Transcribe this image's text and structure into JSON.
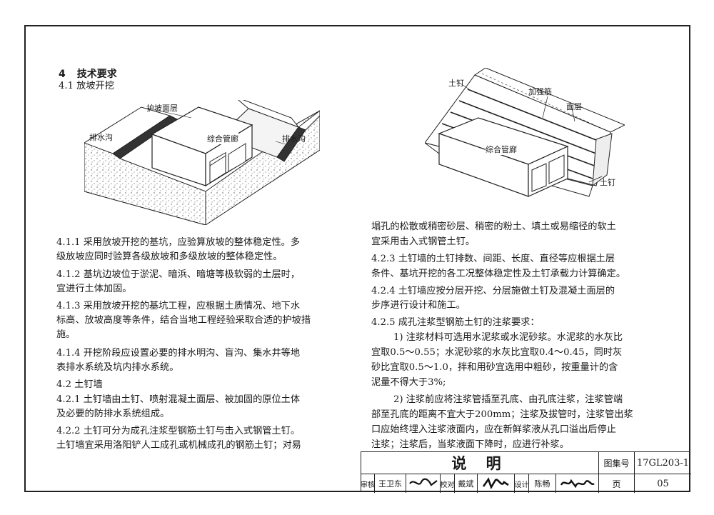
{
  "section": {
    "number": "4",
    "title": "技术要求"
  },
  "sub_4_1": "4.1 放坡开挖",
  "fig1": {
    "label_slope": "护坡面层",
    "label_ditch_left": "排水沟",
    "label_ditch_right": "排水沟",
    "label_gallery": "综合管廊"
  },
  "fig2": {
    "label_nail_top": "土钉",
    "label_rebar": "加强筋",
    "label_face": "面层",
    "label_gallery": "综合管廊",
    "label_nail_bottom": "土钉"
  },
  "left_lines": [
    "4.1.1 采用放坡开挖的基坑，应验算放坡的整体稳定性。多",
    "级放坡应同时验算各级放坡和多级放坡的整体稳定性。",
    "4.1.2 基坑边坡位于淤泥、暗浜、暗塘等极软弱的土层时，",
    "宜进行土体加固。",
    "4.1.3 采用放坡开挖的基坑工程，应根据土质情况、地下水",
    "标高、放坡高度等条件，结合当地工程经验采取合适的护坡措",
    "施。",
    "4.1.4 开挖阶段应设置必要的排水明沟、盲沟、集水井等地",
    "表排水系统及坑内排水系统。",
    "4.2 土钉墙",
    "4.2.1 土钉墙由土钉、喷射混凝土面层、被加固的原位土体",
    "及必要的防排水系统组成。",
    "4.2.2 土钉可分为成孔注浆型钢筋土钉与击入式钢管土钉。",
    "土钉墙宜采用洛阳铲人工成孔或机械成孔的钢筋土钉；对易"
  ],
  "right_lines": [
    "塌孔的松散或稍密砂层、稍密的粉土、填土或易缩径的软土",
    "宜采用击入式钢管土钉。",
    "4.2.3 土钉墙的土钉排数、间距、长度、直径等应根据土层",
    "条件、基坑开挖的各工况整体稳定性及土钉承载力计算确定。",
    "4.2.4 土钉墙应按分层开挖、分层施做土钉及混凝土面层的",
    "步序进行设计和施工。",
    "4.2.5 成孔注浆型钢筋土钉的注浆要求：",
    "1) 注浆材料可选用水泥浆或水泥砂浆。水泥浆的水灰比",
    "宜取0.5～0.55；水泥砂浆的水灰比宜取0.4～0.45，同时灰",
    "砂比宜取0.5～1.0，拌和用砂宜选用中粗砂，按重量计的含",
    "泥量不得大于3%;",
    "2) 注浆前应将注浆管插至孔底、由孔底注浆，注浆管端",
    "部至孔底的距离不宜大于200mm；注浆及拔管时，注浆管出浆",
    "口应始终埋入注浆液面内，应在新鲜浆液从孔口溢出后停止",
    "注浆；注浆后，当浆液面下降时，应进行补浆。"
  ],
  "title_block": {
    "title": "说 明",
    "atlas_label": "图集号",
    "atlas_no": "17GL203-1",
    "review_label": "审核",
    "reviewer": "王卫东",
    "check_label": "校对",
    "checker": "戴斌",
    "design_label": "设计",
    "designer": "陈畅",
    "page_label": "页",
    "page_no": "05"
  }
}
